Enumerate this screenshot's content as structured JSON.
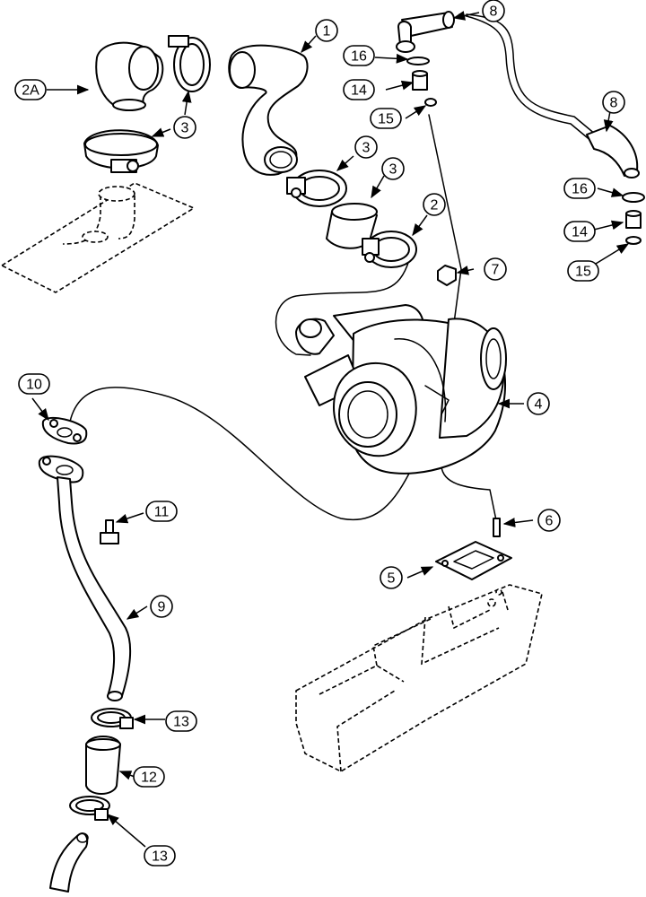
{
  "callouts": [
    {
      "label": "1"
    },
    {
      "label": "8"
    },
    {
      "label": "8"
    },
    {
      "label": "16"
    },
    {
      "label": "14"
    },
    {
      "label": "15"
    },
    {
      "label": "2A"
    },
    {
      "label": "3"
    },
    {
      "label": "3"
    },
    {
      "label": "3"
    },
    {
      "label": "2"
    },
    {
      "label": "16"
    },
    {
      "label": "14"
    },
    {
      "label": "15"
    },
    {
      "label": "7"
    },
    {
      "label": "10"
    },
    {
      "label": "4"
    },
    {
      "label": "11"
    },
    {
      "label": "6"
    },
    {
      "label": "5"
    },
    {
      "label": "9"
    },
    {
      "label": "13"
    },
    {
      "label": "12"
    },
    {
      "label": "13"
    }
  ]
}
